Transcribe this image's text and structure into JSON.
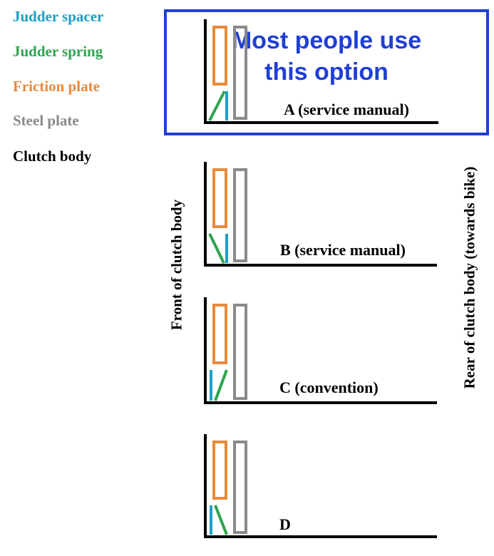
{
  "legend": [
    {
      "label": "Judder spacer",
      "color": "#1aa0c8"
    },
    {
      "label": "Judder spring",
      "color": "#2ea44f"
    },
    {
      "label": "Friction plate",
      "color": "#e88a3c"
    },
    {
      "label": "Steel plate",
      "color": "#8a8a8a"
    },
    {
      "label": "Clutch body",
      "color": "#000000"
    }
  ],
  "callout": {
    "line1": "Most people use",
    "line2": "this option",
    "color": "#1f3fd6"
  },
  "side_labels": {
    "front": "Front of clutch body",
    "rear": "Rear of clutch body (towards bike)"
  },
  "configurations": [
    {
      "label": "A (service manual)",
      "spring": "left",
      "spacer": "right"
    },
    {
      "label": "B (service manual)",
      "spring": "left",
      "spacer": "right"
    },
    {
      "label": "C (convention)",
      "spring": "right",
      "spacer": "left"
    },
    {
      "label": "D",
      "spring": "right",
      "spacer": "left"
    }
  ]
}
